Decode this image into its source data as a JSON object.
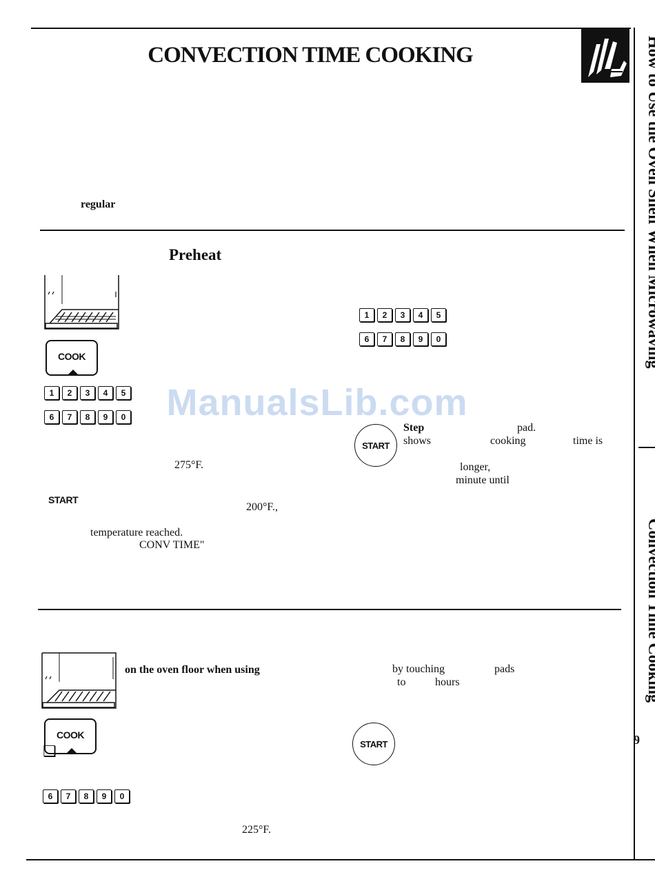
{
  "page": {
    "title": "CONVECTION TIME COOKING",
    "watermark": "ManualsLib.com"
  },
  "side_tabs": {
    "upper": "How to Use the Oven Shelf When Microwaving",
    "lower": "Convection Time Cooking",
    "page_mark": "9"
  },
  "intro": {
    "word_regular": "regular"
  },
  "section1": {
    "heading": "Preheat",
    "temp_275": "275°F.",
    "start_label": "START",
    "temp_200": "200°F.,",
    "temperature_reached": "temperature    reached.",
    "conv_time": "CONV TIME\"",
    "cook_pad_label": "COOK",
    "keys_row1": [
      "1",
      "2",
      "3",
      "4",
      "5"
    ],
    "keys_row2": [
      "6",
      "7",
      "8",
      "9",
      "0"
    ],
    "right_keys_row1": [
      "1",
      "2",
      "3",
      "4",
      "5"
    ],
    "right_keys_row2": [
      "6",
      "7",
      "8",
      "9",
      "0"
    ],
    "right_start_label": "START",
    "step_word": "Step",
    "pad_word": "pad.",
    "shows_word": "shows",
    "cooking_word": "cooking",
    "time_is": "time is",
    "longer_word": "longer,",
    "minute_until": "minute until"
  },
  "section2": {
    "oven_floor_text": "on the oven floor when using",
    "by_touching": "by touching",
    "pads_word": "pads",
    "to_word": "to",
    "hours_word": "hours",
    "cook_pad_label": "COOK",
    "checkbox_glyph": "❑",
    "keys_row": [
      "6",
      "7",
      "8",
      "9",
      "0"
    ],
    "start_label": "START",
    "temp_225": "225°F."
  },
  "colors": {
    "ink": "#111111",
    "watermark": "#a0bee6"
  }
}
